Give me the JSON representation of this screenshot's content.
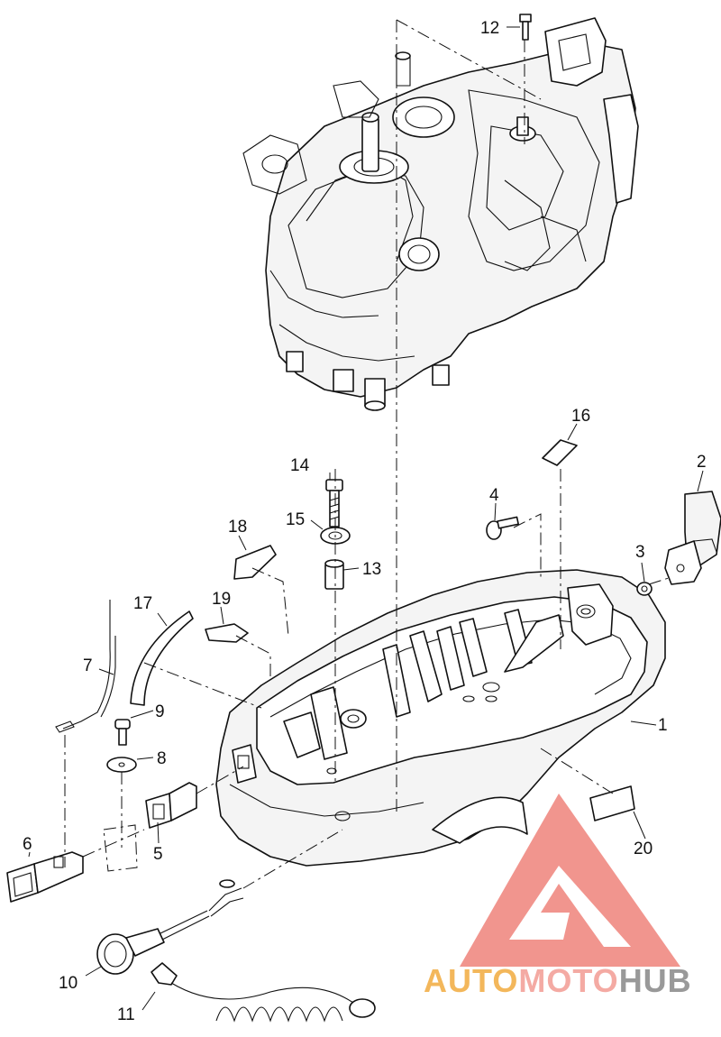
{
  "callouts": [
    "1",
    "2",
    "3",
    "4",
    "5",
    "6",
    "7",
    "8",
    "9",
    "10",
    "11",
    "12",
    "13",
    "14",
    "15",
    "16",
    "17",
    "18",
    "19",
    "20"
  ],
  "watermark": {
    "part1": "AUTO",
    "part2": "MOTO",
    "part3": "HUB",
    "colors": {
      "auto": "#f2b04a",
      "moto": "#f3a19a",
      "hub": "#8e8e8e",
      "triangle": "#f08a82"
    }
  }
}
